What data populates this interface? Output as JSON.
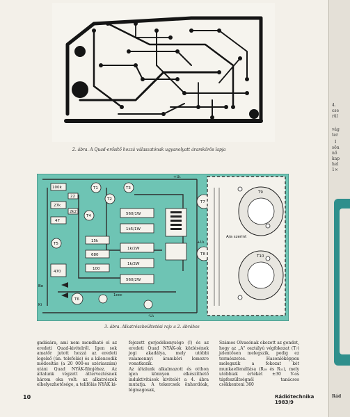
{
  "figure2": {
    "caption": "2. ábra. A Quad-erősítő hozzá válaszatónak ugyanolyatt áramkörös lapja"
  },
  "figure3": {
    "caption": "3. ábra. Alkatrészbeültetési rajz a 2. ábrához",
    "labels": {
      "top_rail": "+U₁",
      "right_rail": "+U₁",
      "bottom_rail": "-U₁",
      "bottom_ground": "1ccc",
      "t9": "T9",
      "t10": "T10",
      "heatsink": "A/a szerint",
      "r_560": "560/1W",
      "r_1k5": "1k5/1W",
      "r_1k2": "1k/2W",
      "r_1k2b": "1k/2W",
      "r_560b": "560/2W",
      "r_100k": "100k",
      "r_27k": "27k",
      "r_47": "47",
      "r_22": "22",
      "r_2k2": "2k2",
      "r_15k": "15k",
      "r_680": "680",
      "c_100": "100",
      "c_470": "470",
      "in_label": "Be",
      "out_label": "Ki",
      "t1": "T1",
      "t2": "T2",
      "t3": "T3",
      "t4": "T4",
      "t5": "T5",
      "t6": "T6",
      "t7": "T7",
      "t8": "T8"
    }
  },
  "columns": [
    "gadására, ami nem mondható el az eredeti Quad-kivitelről. Igen sok amatőr jutott hozzá az eredeti legelső (ún. telefolás) és a kilencedik módosítás (a 20 000-es szériaszám) utáni Quad NYÁK-filmjéhez. Az általunk végzett átterveztésnek három oka volt: az alkatrészek elhelyezhetősége, a telífólás NYÁK ki-",
    "fejezett gerjedékenysége (!) és az eredeti Quad NYÁK-ok közlésének jogi akadálya, mely utóbbi valamennyi áramköri lemezre vonatkozik.\n  Az általunk alkalmazott és otthon igen könnyen elkészíthető induktivitások kivitelét a 4. ábra mutatja. A tekercsek önhordóak, légmagosak,",
    "Számos Olvasónak okozott az gondot, hogy az „A\" osztályú végfokozat (T₇) jelentősen melegszik, pedig ez természetes. Hasonlóképpen melegszik a fokozat két munkaellenállása (R₂₈ és R₃₁), mely utóbbiak értékét ±30 V-os tápfeszültségnél tanácsos csökkenteni 360"
  ],
  "page_number": "10",
  "running_head": "Rádiótechnika 1983/9",
  "right_fragments": [
    "4.",
    "cse",
    "rül",
    "vág",
    "ter",
    "I",
    "sön",
    "nő",
    "kap",
    "hel",
    "1×",
    "Rád"
  ]
}
